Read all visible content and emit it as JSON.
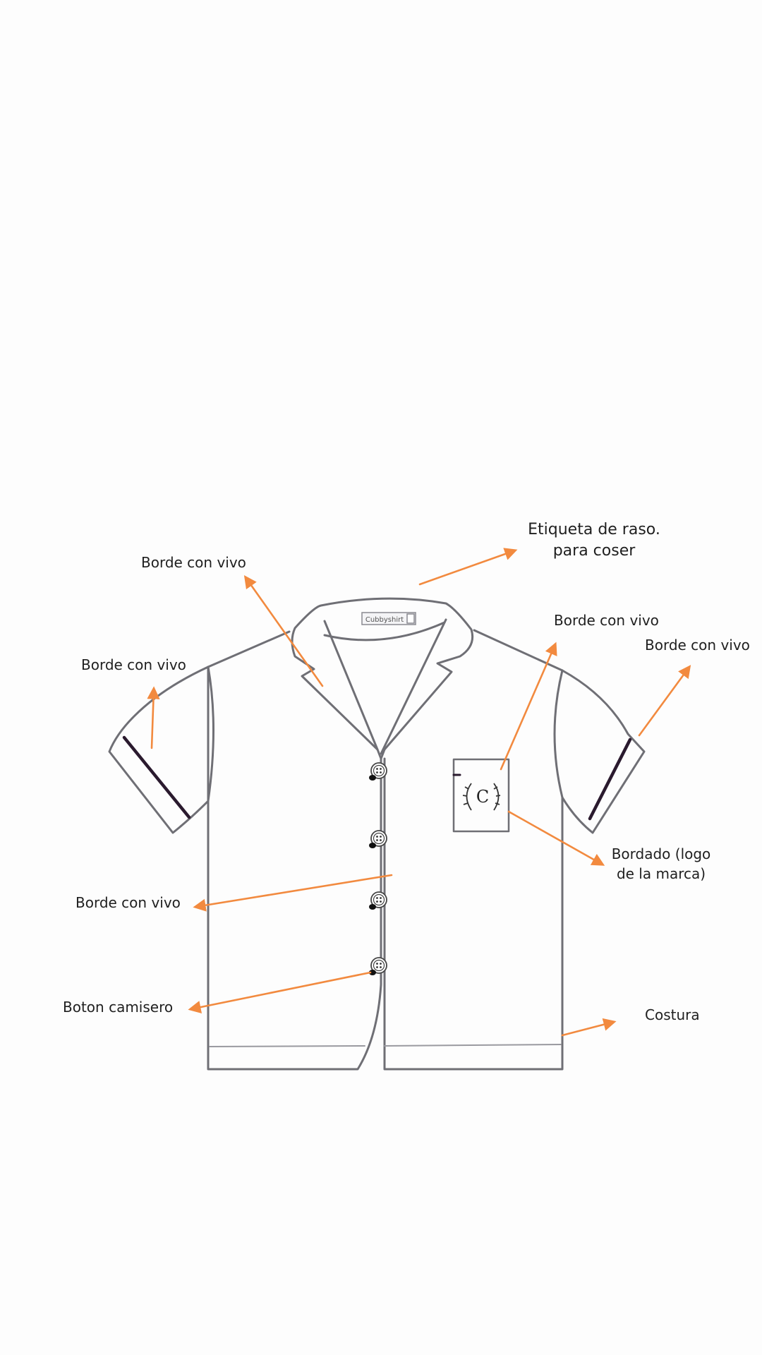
{
  "colors": {
    "arrow": "#f28a3f",
    "outline": "#6f6f75",
    "piping": "#2a1a2e",
    "background": "#fdfdfd"
  },
  "labels": {
    "satin_label": [
      "Etiqueta de raso.",
      "para coser"
    ],
    "collar_piping": "Borde con vivo",
    "left_sleeve_piping": "Borde con vivo",
    "pocket_piping": "Borde con vivo",
    "right_sleeve_piping": "Borde con vivo",
    "embroidery": [
      "Bordado (logo",
      "de la marca)"
    ],
    "placket_piping": "Borde con vivo",
    "shirt_button": "Boton camisero",
    "seam": "Costura"
  },
  "garment": {
    "tag_text": "Cubbyshirt",
    "logo_letter": "C",
    "icons": [
      "button-icon",
      "laurel-logo-icon",
      "arrow-icon"
    ]
  }
}
